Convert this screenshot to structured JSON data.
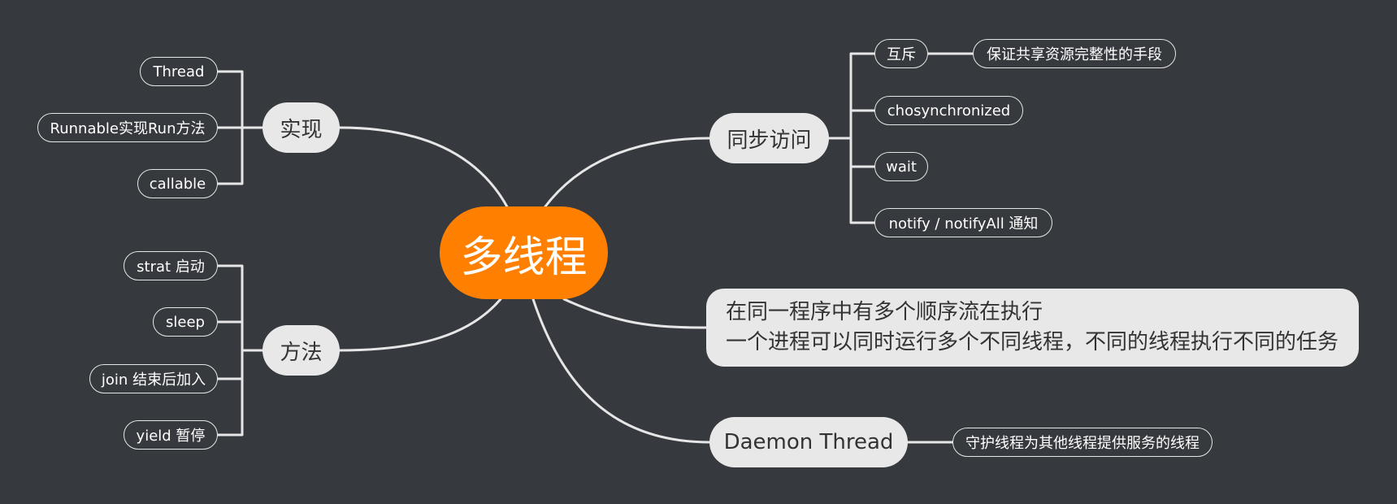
{
  "root": {
    "label": "多线程"
  },
  "branches": {
    "implement": {
      "label": "实现",
      "children": [
        "Thread",
        "Runnable实现Run方法",
        "callable"
      ]
    },
    "methods": {
      "label": "方法",
      "children": [
        "strat 启动",
        "sleep",
        "join 结束后加入",
        "yield 暂停"
      ]
    },
    "sync": {
      "label": "同步访问",
      "children": [
        "互斥",
        "chosynchronized",
        "wait",
        "notify / notifyAll 通知"
      ],
      "mutex_note": "保证共享资源完整性的手段"
    },
    "description": {
      "lines": [
        "在同一程序中有多个顺序流在执行",
        "一个进程可以同时运行多个不同线程，不同的线程执行不同的任务"
      ]
    },
    "daemon": {
      "label": "Daemon Thread",
      "note": "守护线程为其他线程提供服务的线程"
    }
  },
  "colors": {
    "background": "#36393d",
    "central": "#ff8000",
    "topic": "#e8e8e8",
    "line": "#e6e6e6"
  }
}
